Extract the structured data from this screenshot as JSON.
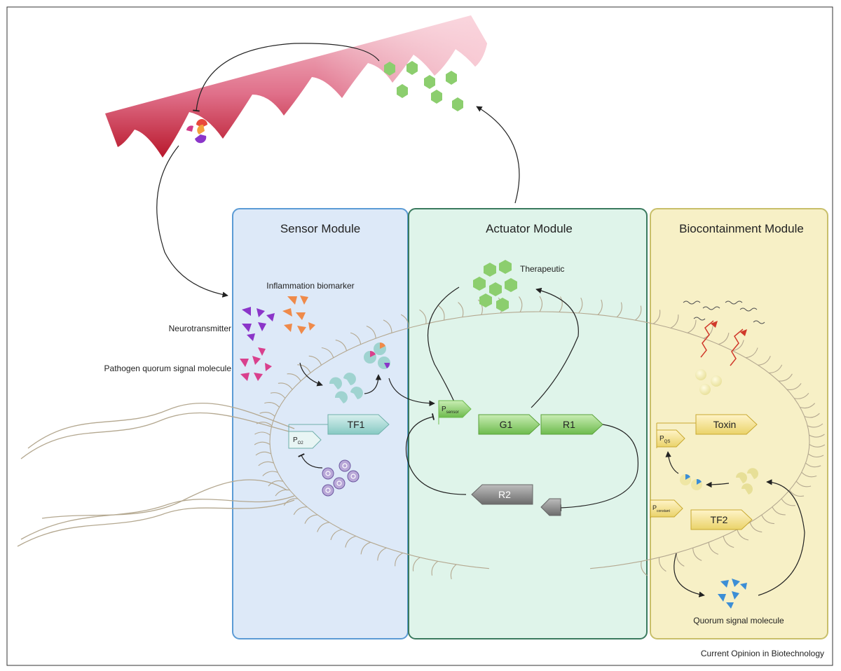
{
  "modules": {
    "sensor": {
      "title": "Sensor Module"
    },
    "actuator": {
      "title": "Actuator Module"
    },
    "biocontainment": {
      "title": "Biocontainment Module"
    }
  },
  "inputs": {
    "inflammation": "Inflammation biomarker",
    "neurotransmitter": "Neurotransmitter",
    "pathogen": "Pathogen quorum signal molecule"
  },
  "actuator": {
    "therapeutic": "Therapeutic"
  },
  "biocontainment": {
    "quorum_signal": "Quorum signal molecule"
  },
  "genes": {
    "tf1": "TF1",
    "g1": "G1",
    "r1": "R1",
    "r2": "R2",
    "toxin": "Toxin",
    "tf2": "TF2"
  },
  "promoters": {
    "p": "P",
    "o2_sub": "O2",
    "sensor_sub": "sensor",
    "qs_sub": "QS",
    "constant_sub": "constant"
  },
  "credit": "Current Opinion in Biotechnology",
  "colors": {
    "sensor_bg": "#dde9f8",
    "sensor_border": "#5b9bd5",
    "actuator_bg": "#dff4ea",
    "actuator_border": "#3a7a5e",
    "bio_bg": "#f7f0c6",
    "bio_border": "#c8bf6a",
    "therapeutic": "#8cce6e",
    "tissue": "#c0313f",
    "tissue_light": "#f5c4cf"
  }
}
